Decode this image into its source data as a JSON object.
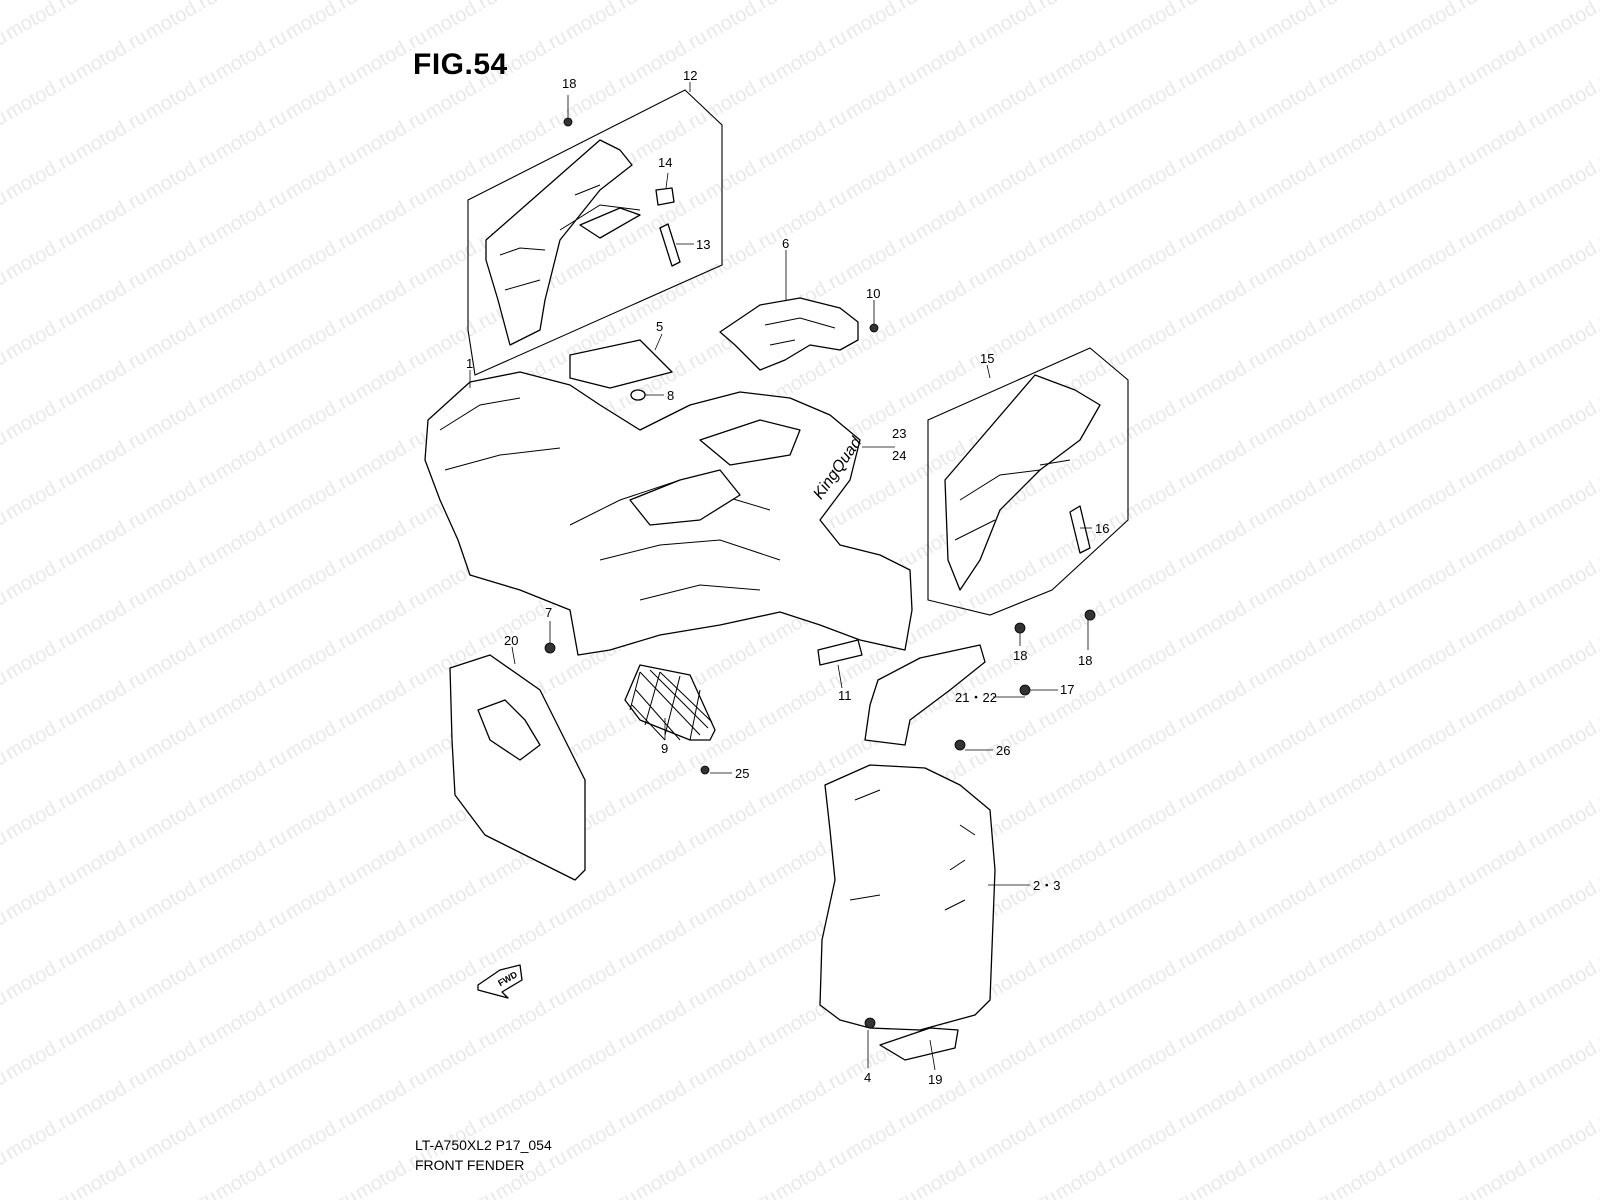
{
  "figure": {
    "title": "FIG.54",
    "model_code": "LT-A750XL2 P17_054",
    "section_name": "FRONT FENDER",
    "watermark": "motod.ru",
    "fwd_label": "FWD"
  },
  "callouts": [
    {
      "id": "c-1",
      "label": "1"
    },
    {
      "id": "c-2-3",
      "label": "2・3"
    },
    {
      "id": "c-4",
      "label": "4"
    },
    {
      "id": "c-5",
      "label": "5"
    },
    {
      "id": "c-6",
      "label": "6"
    },
    {
      "id": "c-7",
      "label": "7"
    },
    {
      "id": "c-8",
      "label": "8"
    },
    {
      "id": "c-9",
      "label": "9"
    },
    {
      "id": "c-10",
      "label": "10"
    },
    {
      "id": "c-11",
      "label": "11"
    },
    {
      "id": "c-12",
      "label": "12"
    },
    {
      "id": "c-13",
      "label": "13"
    },
    {
      "id": "c-14",
      "label": "14"
    },
    {
      "id": "c-15",
      "label": "15"
    },
    {
      "id": "c-16",
      "label": "16"
    },
    {
      "id": "c-17",
      "label": "17"
    },
    {
      "id": "c-18a",
      "label": "18"
    },
    {
      "id": "c-18b",
      "label": "18"
    },
    {
      "id": "c-18c",
      "label": "18"
    },
    {
      "id": "c-19",
      "label": "19"
    },
    {
      "id": "c-20",
      "label": "20"
    },
    {
      "id": "c-21-22",
      "label": "21・22"
    },
    {
      "id": "c-23",
      "label": "23"
    },
    {
      "id": "c-24",
      "label": "24"
    },
    {
      "id": "c-25",
      "label": "25"
    },
    {
      "id": "c-26",
      "label": "26"
    }
  ]
}
